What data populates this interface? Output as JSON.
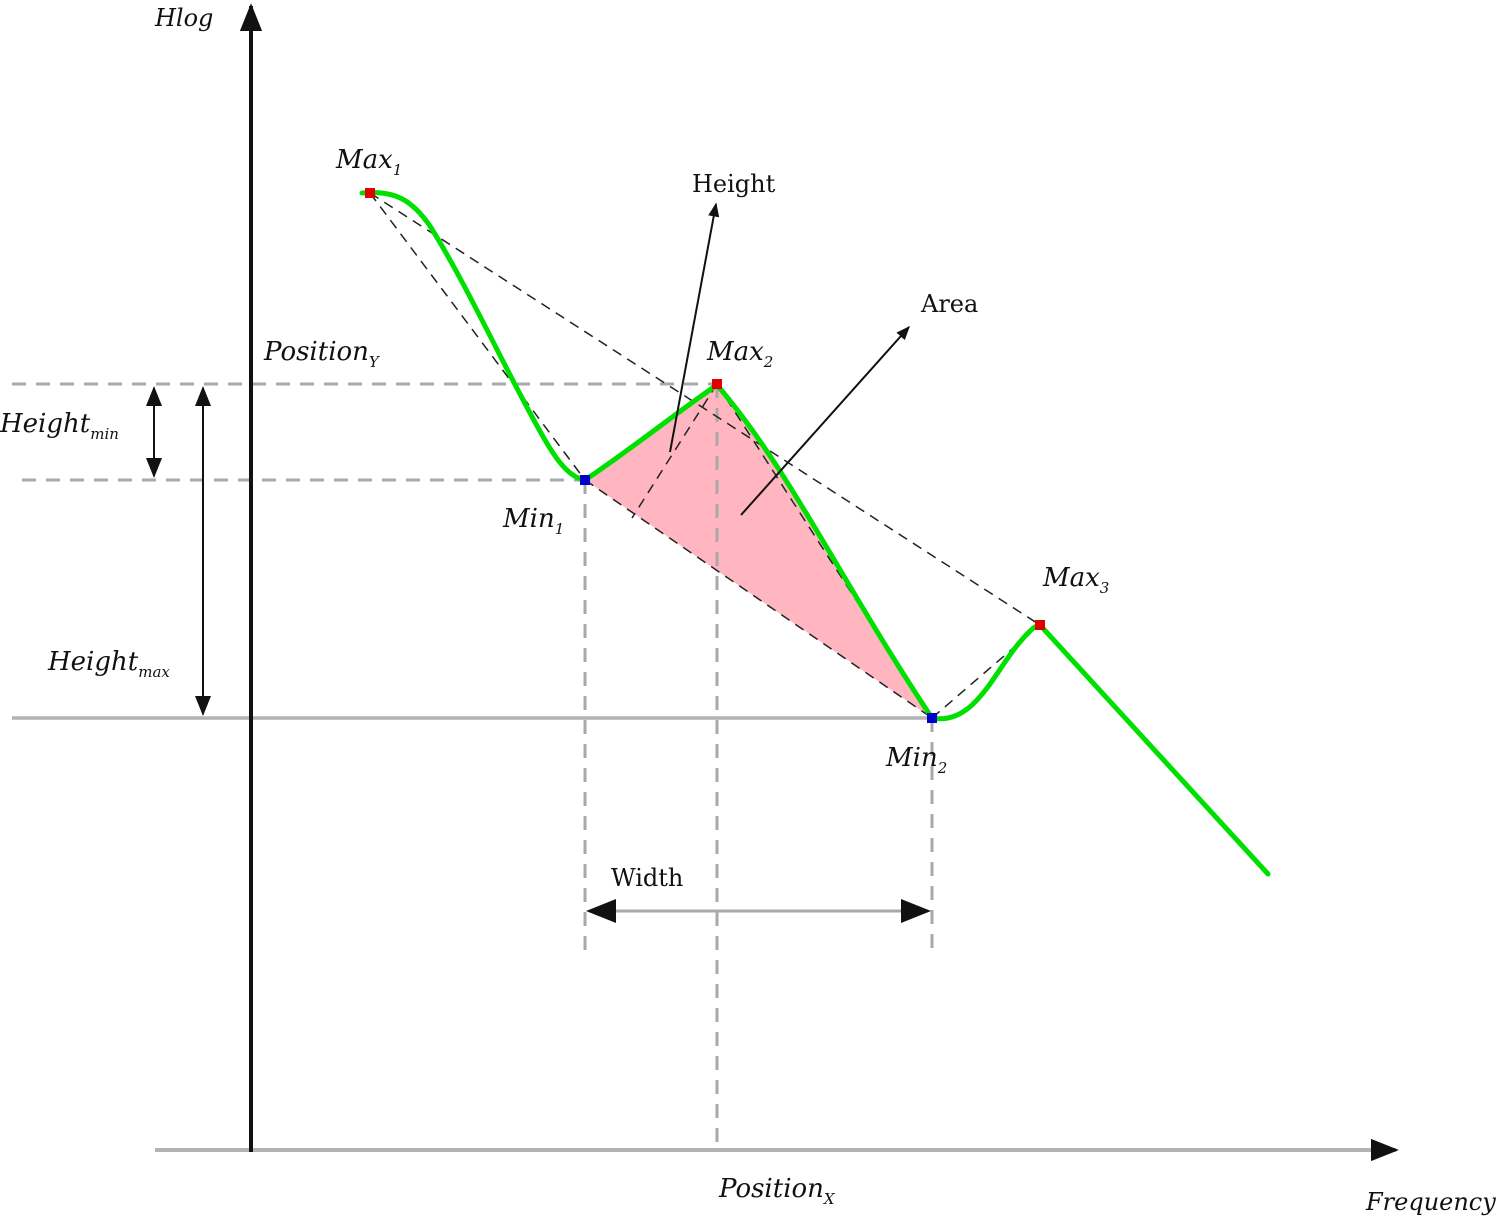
{
  "axes": {
    "y_label": {
      "main": "Hlog",
      "sub": ""
    },
    "x_label": {
      "main": "Frequency",
      "sub": ""
    }
  },
  "points": {
    "max1": {
      "main": "Max",
      "sub": "1"
    },
    "max2": {
      "main": "Max",
      "sub": "2"
    },
    "max3": {
      "main": "Max",
      "sub": "3"
    },
    "min1": {
      "main": "Min",
      "sub": "1"
    },
    "min2": {
      "main": "Min",
      "sub": "2"
    }
  },
  "annotations": {
    "height": "Height",
    "area": "Area",
    "width": "Width",
    "position_y": {
      "main": "Position",
      "sub": "Y"
    },
    "position_x": {
      "main": "Position",
      "sub": "X"
    },
    "height_min": {
      "main": "Height",
      "sub": "min"
    },
    "height_max": {
      "main": "Height",
      "sub": "max"
    }
  },
  "colors": {
    "curve": "#00e000",
    "area_fill": "#ffb6c1",
    "max_marker": "#e00000",
    "min_marker": "#0000cc",
    "axis": "#111111",
    "guide": "#a9a9a9"
  }
}
